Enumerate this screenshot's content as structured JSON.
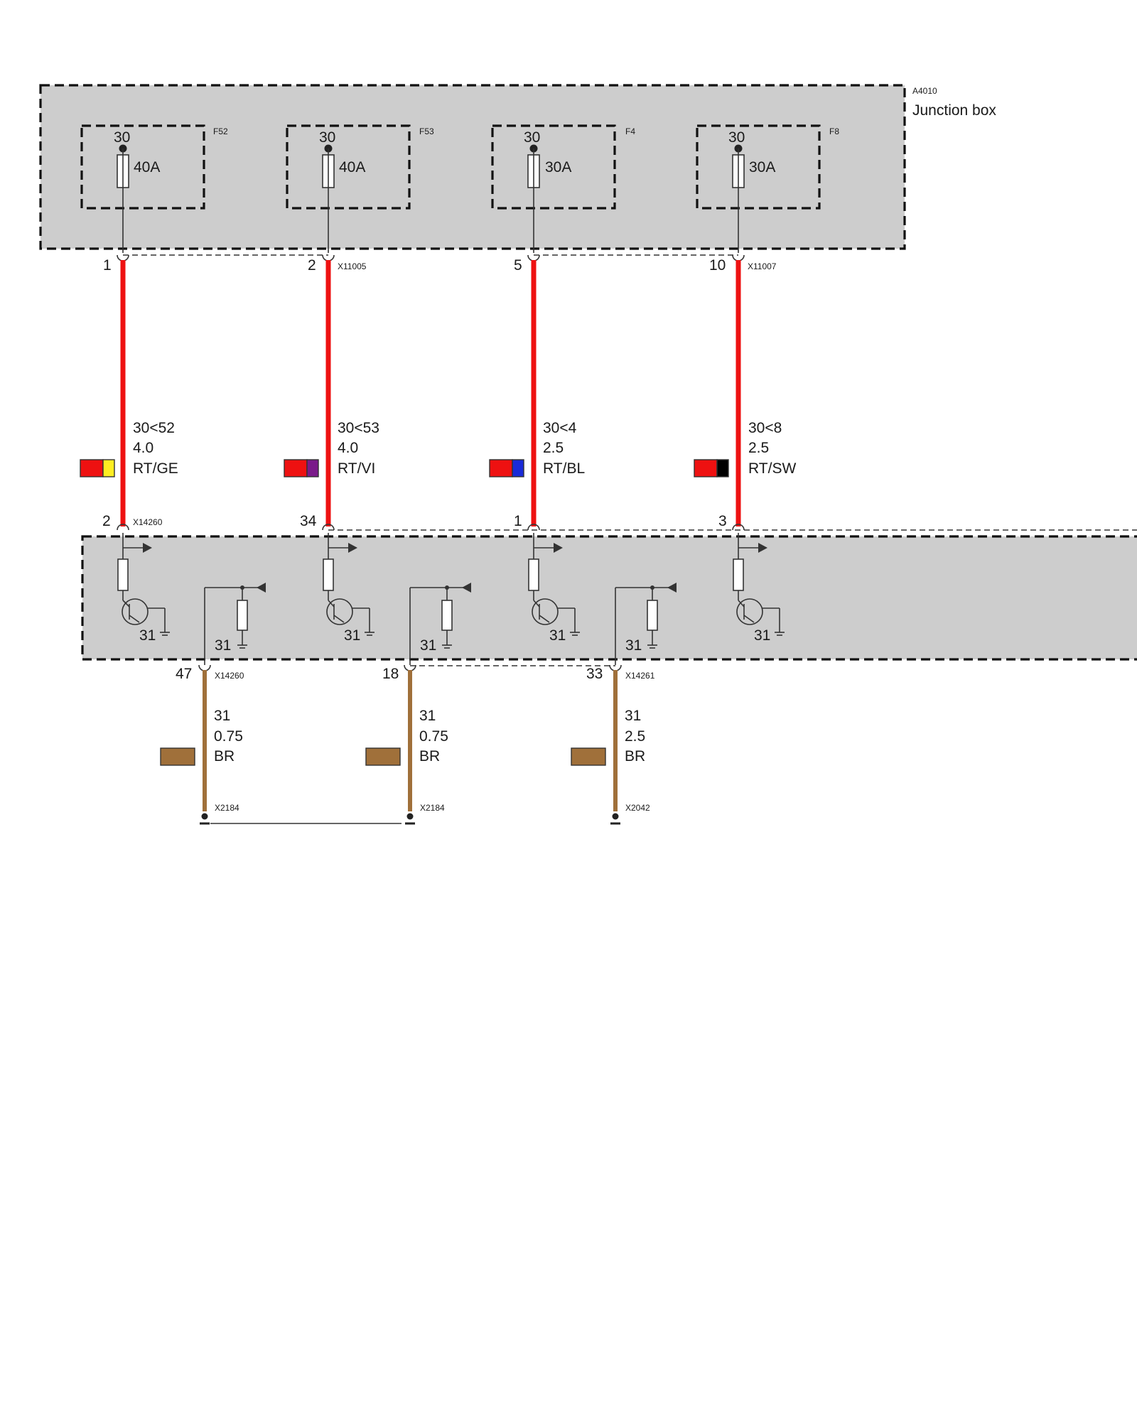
{
  "colors": {
    "module_fill": "#cdcdcd",
    "red_wire": "#ee1111",
    "brown_wire": "#a0703a",
    "outline": "#111111"
  },
  "junction_box": {
    "id": "A4010",
    "title": "Junction box",
    "fuses": [
      {
        "id": "F52",
        "terminal": "30",
        "rating": "40A"
      },
      {
        "id": "F53",
        "terminal": "30",
        "rating": "40A"
      },
      {
        "id": "F4",
        "terminal": "30",
        "rating": "30A"
      },
      {
        "id": "F8",
        "terminal": "30",
        "rating": "30A"
      }
    ],
    "pins": [
      "1",
      "2",
      "5",
      "10"
    ],
    "connectors": [
      "X11005",
      "X11007"
    ]
  },
  "power_wires": [
    {
      "signal": "30<52",
      "gauge": "4.0",
      "color_code": "RT/GE",
      "swatch": [
        "#ee1111",
        "#ffee22"
      ]
    },
    {
      "signal": "30<53",
      "gauge": "4.0",
      "color_code": "RT/VI",
      "swatch": [
        "#ee1111",
        "#7a1a8a"
      ]
    },
    {
      "signal": "30<4",
      "gauge": "2.5",
      "color_code": "RT/BL",
      "swatch": [
        "#ee1111",
        "#1a2ad8"
      ]
    },
    {
      "signal": "30<8",
      "gauge": "2.5",
      "color_code": "RT/SW",
      "swatch": [
        "#ee1111",
        "#000000"
      ]
    }
  ],
  "lower_module": {
    "input_pins": [
      "2",
      "34",
      "1",
      "3"
    ],
    "input_connector": "X14260",
    "ground_label": "31",
    "ground_pins": [
      "47",
      "18",
      "33"
    ],
    "ground_connectors": [
      "X14260",
      "X14261"
    ]
  },
  "ground_wires": [
    {
      "signal": "31",
      "gauge": "0.75",
      "color_code": "BR",
      "swatch": "#a0703a",
      "ground_point": "X2184"
    },
    {
      "signal": "31",
      "gauge": "0.75",
      "color_code": "BR",
      "swatch": "#a0703a",
      "ground_point": "X2184"
    },
    {
      "signal": "31",
      "gauge": "2.5",
      "color_code": "BR",
      "swatch": "#a0703a",
      "ground_point": "X2042"
    }
  ]
}
